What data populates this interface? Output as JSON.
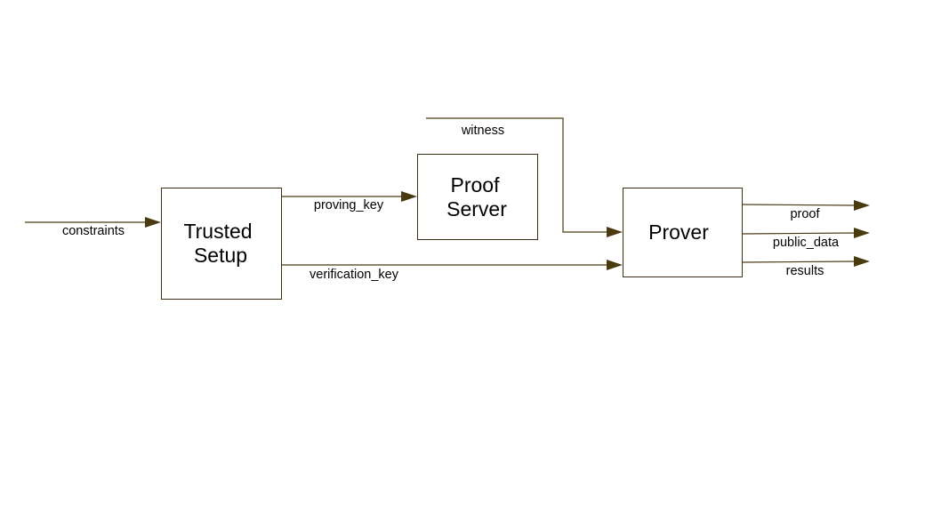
{
  "diagram": {
    "colors": {
      "stroke": "#4a3a10",
      "box_fill": "#ffffff",
      "text": "#000000"
    },
    "nodes": {
      "trusted_setup": {
        "line1": "Trusted",
        "line2": "Setup"
      },
      "proof_server": {
        "line1": "Proof",
        "line2": "Server"
      },
      "prover": {
        "label": "Prover"
      }
    },
    "edges": {
      "constraints": "constraints",
      "proving_key": "proving_key",
      "verification_key": "verification_key",
      "witness": "witness",
      "proof": "proof",
      "public_data": "public_data",
      "results": "results"
    }
  }
}
